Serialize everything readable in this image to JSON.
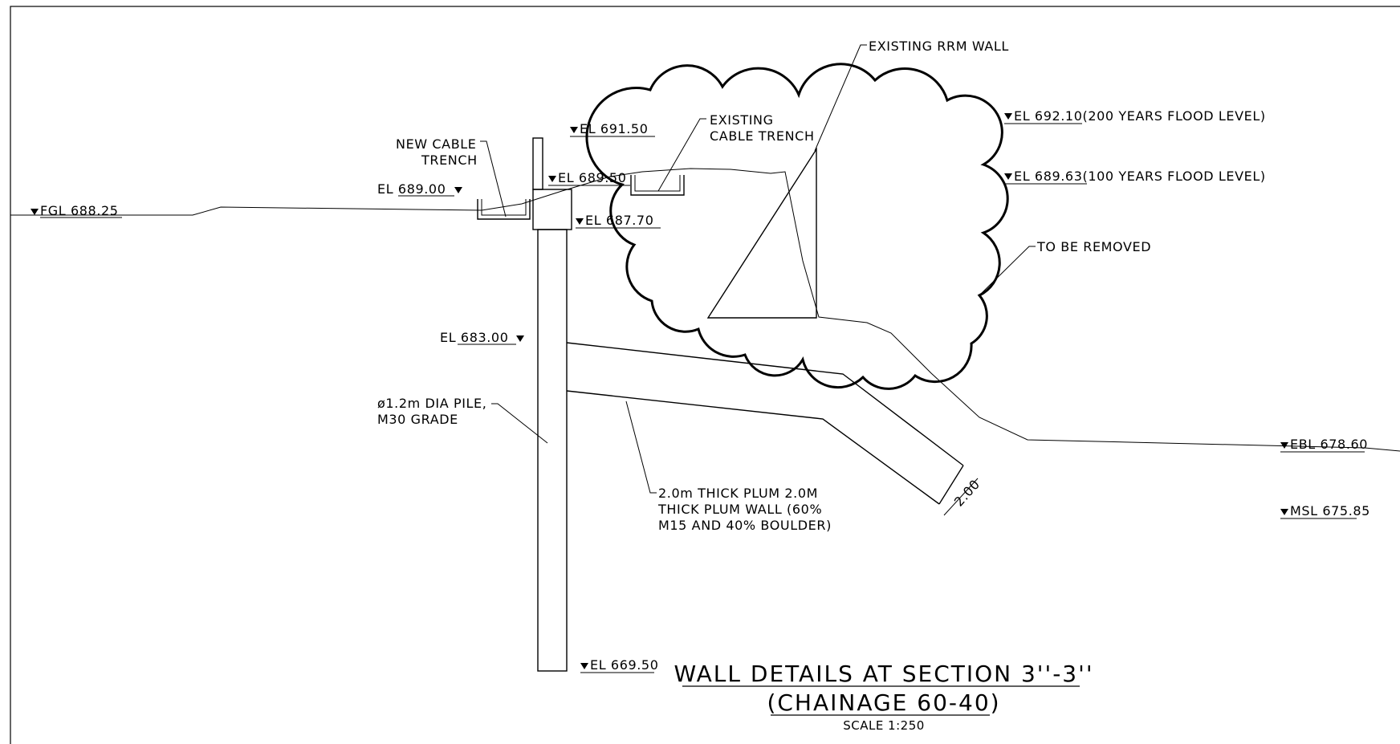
{
  "labels": {
    "fgl": "FGL 688.25",
    "new_cable_trench_1": "NEW CABLE",
    "new_cable_trench_2": "TRENCH",
    "el_689_00": "EL 689.00",
    "el_691_50": "EL 691.50",
    "el_689_50": "EL 689.50",
    "el_687_70": "EL 687.70",
    "existing_cable_trench_1": "EXISTING",
    "existing_cable_trench_2": "CABLE TRENCH",
    "existing_rrm_wall": "EXISTING RRM WALL",
    "flood_200": "EL 692.10(200 YEARS FLOOD LEVEL)",
    "flood_100": "EL 689.63(100 YEARS FLOOD LEVEL)",
    "to_be_removed": "TO BE REMOVED",
    "el_683_00": "EL 683.00",
    "pile_1": "ø1.2m DIA PILE,",
    "pile_2": "M30 GRADE",
    "plum_1": "2.0m THICK PLUM 2.0M",
    "plum_2": "THICK PLUM WALL (60%",
    "plum_3": "M15 AND 40% BOULDER)",
    "dim_2_00": "2.00",
    "ebl": "EBL 678.60",
    "msl": "MSL 675.85",
    "el_669_50": "EL 669.50"
  },
  "title": {
    "line1": "WALL DETAILS AT SECTION 3''-3''",
    "line2": "(CHAINAGE 60-40)",
    "scale": "SCALE 1:250"
  }
}
